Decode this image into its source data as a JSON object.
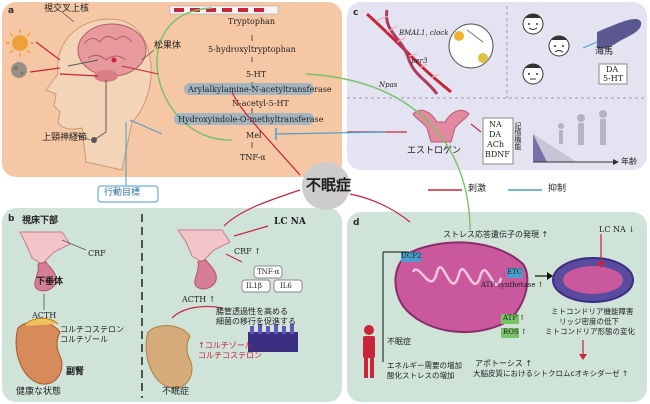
{
  "panel_a": {
    "tag": "a",
    "scn": "視交叉上核",
    "pineal": "松果体",
    "scg": "上頸神経節",
    "pathway": [
      "Tryptophan",
      "5-hydroxyltryptophan",
      "5-HT",
      "Arylalkylamine-N-acetyltransferase",
      "N-acetyl-5-HT",
      "Hydroxyindole-O-methyltransferase",
      "Mel",
      "TNF-α"
    ]
  },
  "panel_b": {
    "tag": "b",
    "hypothalamus": "視床下部",
    "crf": "CRF",
    "pituitary": "下垂体",
    "acth": "ACTH",
    "cortisol": [
      "コルチコステロン",
      "コルチゾール"
    ],
    "adrenal": "副腎",
    "healthy": "健康な状態",
    "lc_na": "LC NA",
    "crf_up": "CRF",
    "cytokines": [
      "TNF-α",
      "IL1β",
      "IL6"
    ],
    "acth_up": "ACTH",
    "gut": [
      "腸管透過性を高める",
      "細菌の移行を促進する"
    ],
    "cortisol_red": [
      "コルチゾール",
      "コルチコステロン"
    ],
    "insomnia": "不眠症"
  },
  "panel_c": {
    "tag": "c",
    "genes": [
      "BMAL1, clock",
      "per3",
      "Npas"
    ],
    "hippocampus": "海馬",
    "da_5ht": [
      "DA",
      "5-HT"
    ],
    "estrogen": "エストロゲン",
    "nt": [
      "NA",
      "DA",
      "ACh",
      "BDNF"
    ],
    "memory": "記憶機能",
    "age": "年齢"
  },
  "panel_d": {
    "tag": "d",
    "stress_gene": "ストレス応答遺伝子の発現",
    "ucp2": "UCP2",
    "etc": "ETC",
    "atp_synthase": "ATP synthetase",
    "atp": "ATP",
    "ros": "ROS",
    "lc_na": "LC NA",
    "mito": [
      "ミトコンドリア機能障害",
      "リッジ密度の低下",
      "ミトコンドリア形態の変化"
    ],
    "insomnia": "不眠症",
    "energy": [
      "エネルギー需要の増加",
      "酸化ストレスの増加"
    ],
    "apoptosis": "アポトーシス",
    "cytc": "大脳皮質におけるシトクロムcオキシダーゼ"
  },
  "center": {
    "title": "不眠症",
    "action": "行動目標"
  },
  "legend": {
    "stimulate": "刺激",
    "inhibit": "抑制"
  },
  "colors": {
    "stimulate": "#c8243a",
    "inhibit": "#4a9ec9",
    "pathway_green": "#79c267"
  }
}
